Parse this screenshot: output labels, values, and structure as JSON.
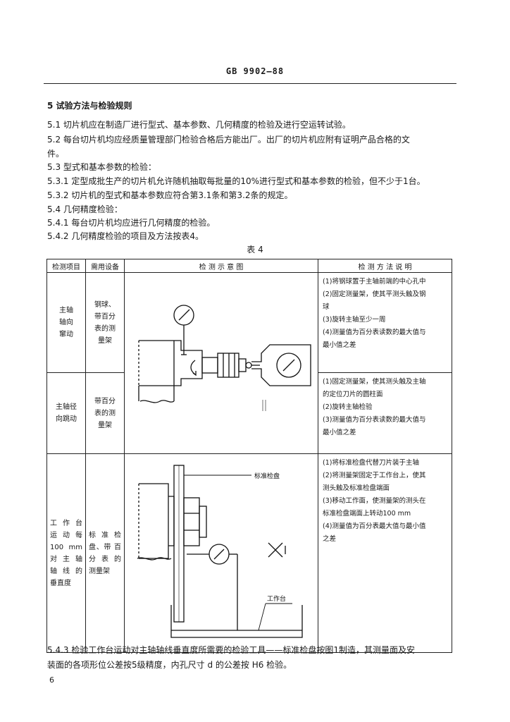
{
  "header": {
    "standard_code": "GB 9902—88"
  },
  "section": {
    "title": "5  试验方法与检验规则",
    "lines": [
      "5.1  切片机应在制造厂进行型式、基本参数、几何精度的检验及进行空运转试验。",
      "5.2  每台切片机均应经质量管理部门检验合格后方能出厂。出厂的切片机应附有证明产品合格的文",
      "件。",
      "5.3  型式和基本参数的检验：",
      "5.3.1  定型成批生产的切片机允许随机抽取每批量的10%进行型式和基本参数的检验，但不少于1台。",
      "5.3.2  切片机的型式和基本参数应符合第3.1条和第3.2条的规定。",
      "5.4  几何精度检验：",
      "5.4.1  每台切片机均应进行几何精度的检验。",
      "5.4.2  几何精度检验的项目及方法按表4。"
    ]
  },
  "table": {
    "caption": "表 4",
    "headers": [
      "检测项目",
      "需用设备",
      "检  测  示  意  图",
      "检  测  方  法  说  明"
    ],
    "rows": [
      {
        "item": [
          "主轴",
          "轴向",
          "窜动"
        ],
        "equipment": [
          "钢球、",
          "带百分",
          "表的测",
          "量架"
        ],
        "method": [
          "(1)将钢球置于主轴前端的中心孔中",
          "(2)固定测量架，使其平测头触及钢",
          "球",
          "(3)旋转主轴至少一周",
          "(4)测量值为百分表读数的最大值与",
          "最小值之差"
        ]
      },
      {
        "item": [
          "主轴径",
          "向跳动"
        ],
        "equipment": [
          "带百分",
          "表的测",
          "量架"
        ],
        "method": [
          "(1)固定测量架，使其测头触及主轴",
          "的定位刀片的圆柱面",
          "(2)旋转主轴检验",
          "(3)测量值为百分表读数的最大值与",
          "最小值之差"
        ]
      },
      {
        "item": [
          "工 作 台",
          "运 动 每",
          "100 mm",
          "对 主 轴",
          "轴 线 的",
          "垂直度"
        ],
        "equipment": [
          "标 准 检",
          "盘、带 百",
          "分 表 的",
          "测量架"
        ],
        "method": [
          "(1)将标准检盘代替刀片装于主轴",
          "(2)将测量架固定于工作台上，使其",
          "测头触及标准检盘端面",
          "(3)移动工作面，使测量架的测头在",
          "标准检盘端面上转动100 mm",
          "(4)测量值为百分表最大值与最小值",
          "之差"
        ]
      }
    ],
    "diagram_labels": {
      "standard_disk": "标准检盘",
      "worktable": "工作台"
    }
  },
  "footer": {
    "lines": [
      "5.4.3  检验工作台运动对主轴轴线垂直度所需要的检验工具——标准检盘按图1制造，其测量面及安",
      "装面的各项形位公差按5级精度，内孔尺寸 d 的公差按 H6 检验。"
    ],
    "page_number": "6"
  }
}
